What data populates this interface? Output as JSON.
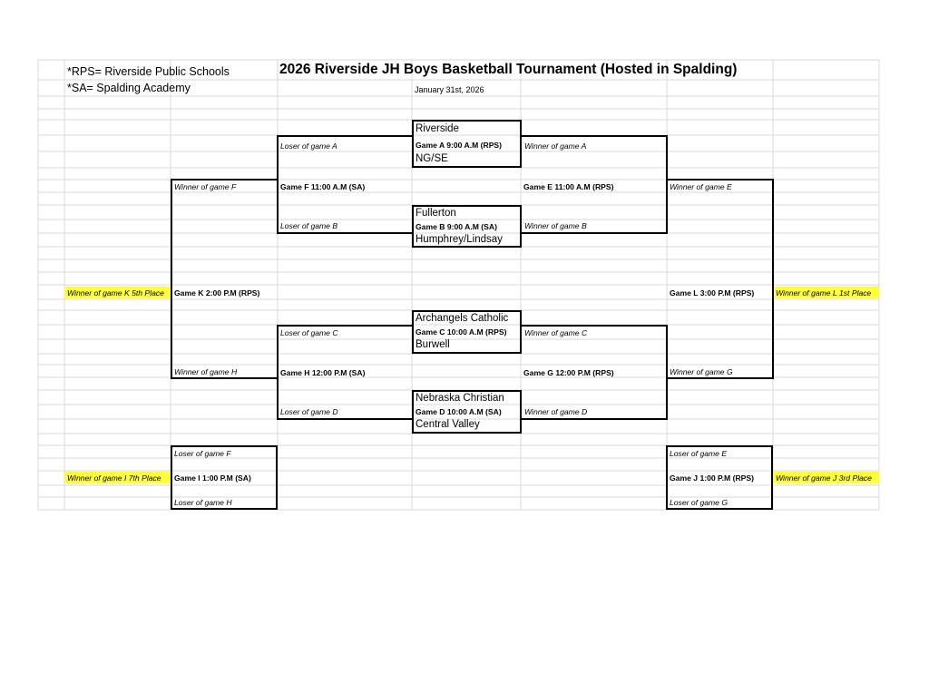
{
  "header": {
    "title": "2026 Riverside JH Boys Basketball Tournament (Hosted in Spalding)",
    "date": "January 31st, 2026",
    "legend_rps": "*RPS= Riverside Public Schools",
    "legend_sa": "*SA= Spalding Academy"
  },
  "teams": {
    "riverside": "Riverside",
    "ngse": "NG/SE",
    "fullerton": "Fullerton",
    "humphrey": "Humphrey/Lindsay",
    "archangels": "Archangels Catholic",
    "burwell": "Burwell",
    "nebraska": "Nebraska Christian",
    "central_valley": "Central Valley"
  },
  "games": {
    "a": "Game A 9:00 A.M (RPS)",
    "b": "Game B 9:00 A.M (SA)",
    "c": "Game C 10:00 A.M (RPS)",
    "d": "Game D 10:00 A.M (SA)",
    "e": "Game E 11:00 A.M (RPS)",
    "f": "Game F 11:00 A.M (SA)",
    "g": "Game G 12:00 P.M (RPS)",
    "h": "Game H 12:00 P.M (SA)",
    "i": "Game I 1:00 P.M (SA)",
    "j": "Game J 1:00 P.M (RPS)",
    "k": "Game K 2:00 P.M (RPS)",
    "l": "Game L 3:00 P.M (RPS)"
  },
  "notes": {
    "loser_a": "Loser of game A",
    "loser_b": "Loser of game B",
    "loser_c": "Loser of game C",
    "loser_d": "Loser of game D",
    "loser_e": "Loser of game E",
    "loser_f": "Loser of game F",
    "loser_g": "Loser of game G",
    "loser_h": "Loser of game H",
    "winner_a": "Winner of game A",
    "winner_b": "Winner of game B",
    "winner_c": "Winner of game C",
    "winner_d": "Winner of game D",
    "winner_e": "Winner of game E",
    "winner_f": "Winner of game F",
    "winner_g": "Winner of game G",
    "winner_h": "Winner of game H"
  },
  "places": {
    "k": "Winner of game K 5th Place",
    "l": "Winner of game L 1st Place",
    "i": "Winner of game I 7th Place",
    "j": "Winner of game J 3rd Place"
  },
  "colors": {
    "highlight": "#ffff3a",
    "gridline": "#d9d9d9",
    "bracket": "#000000"
  }
}
